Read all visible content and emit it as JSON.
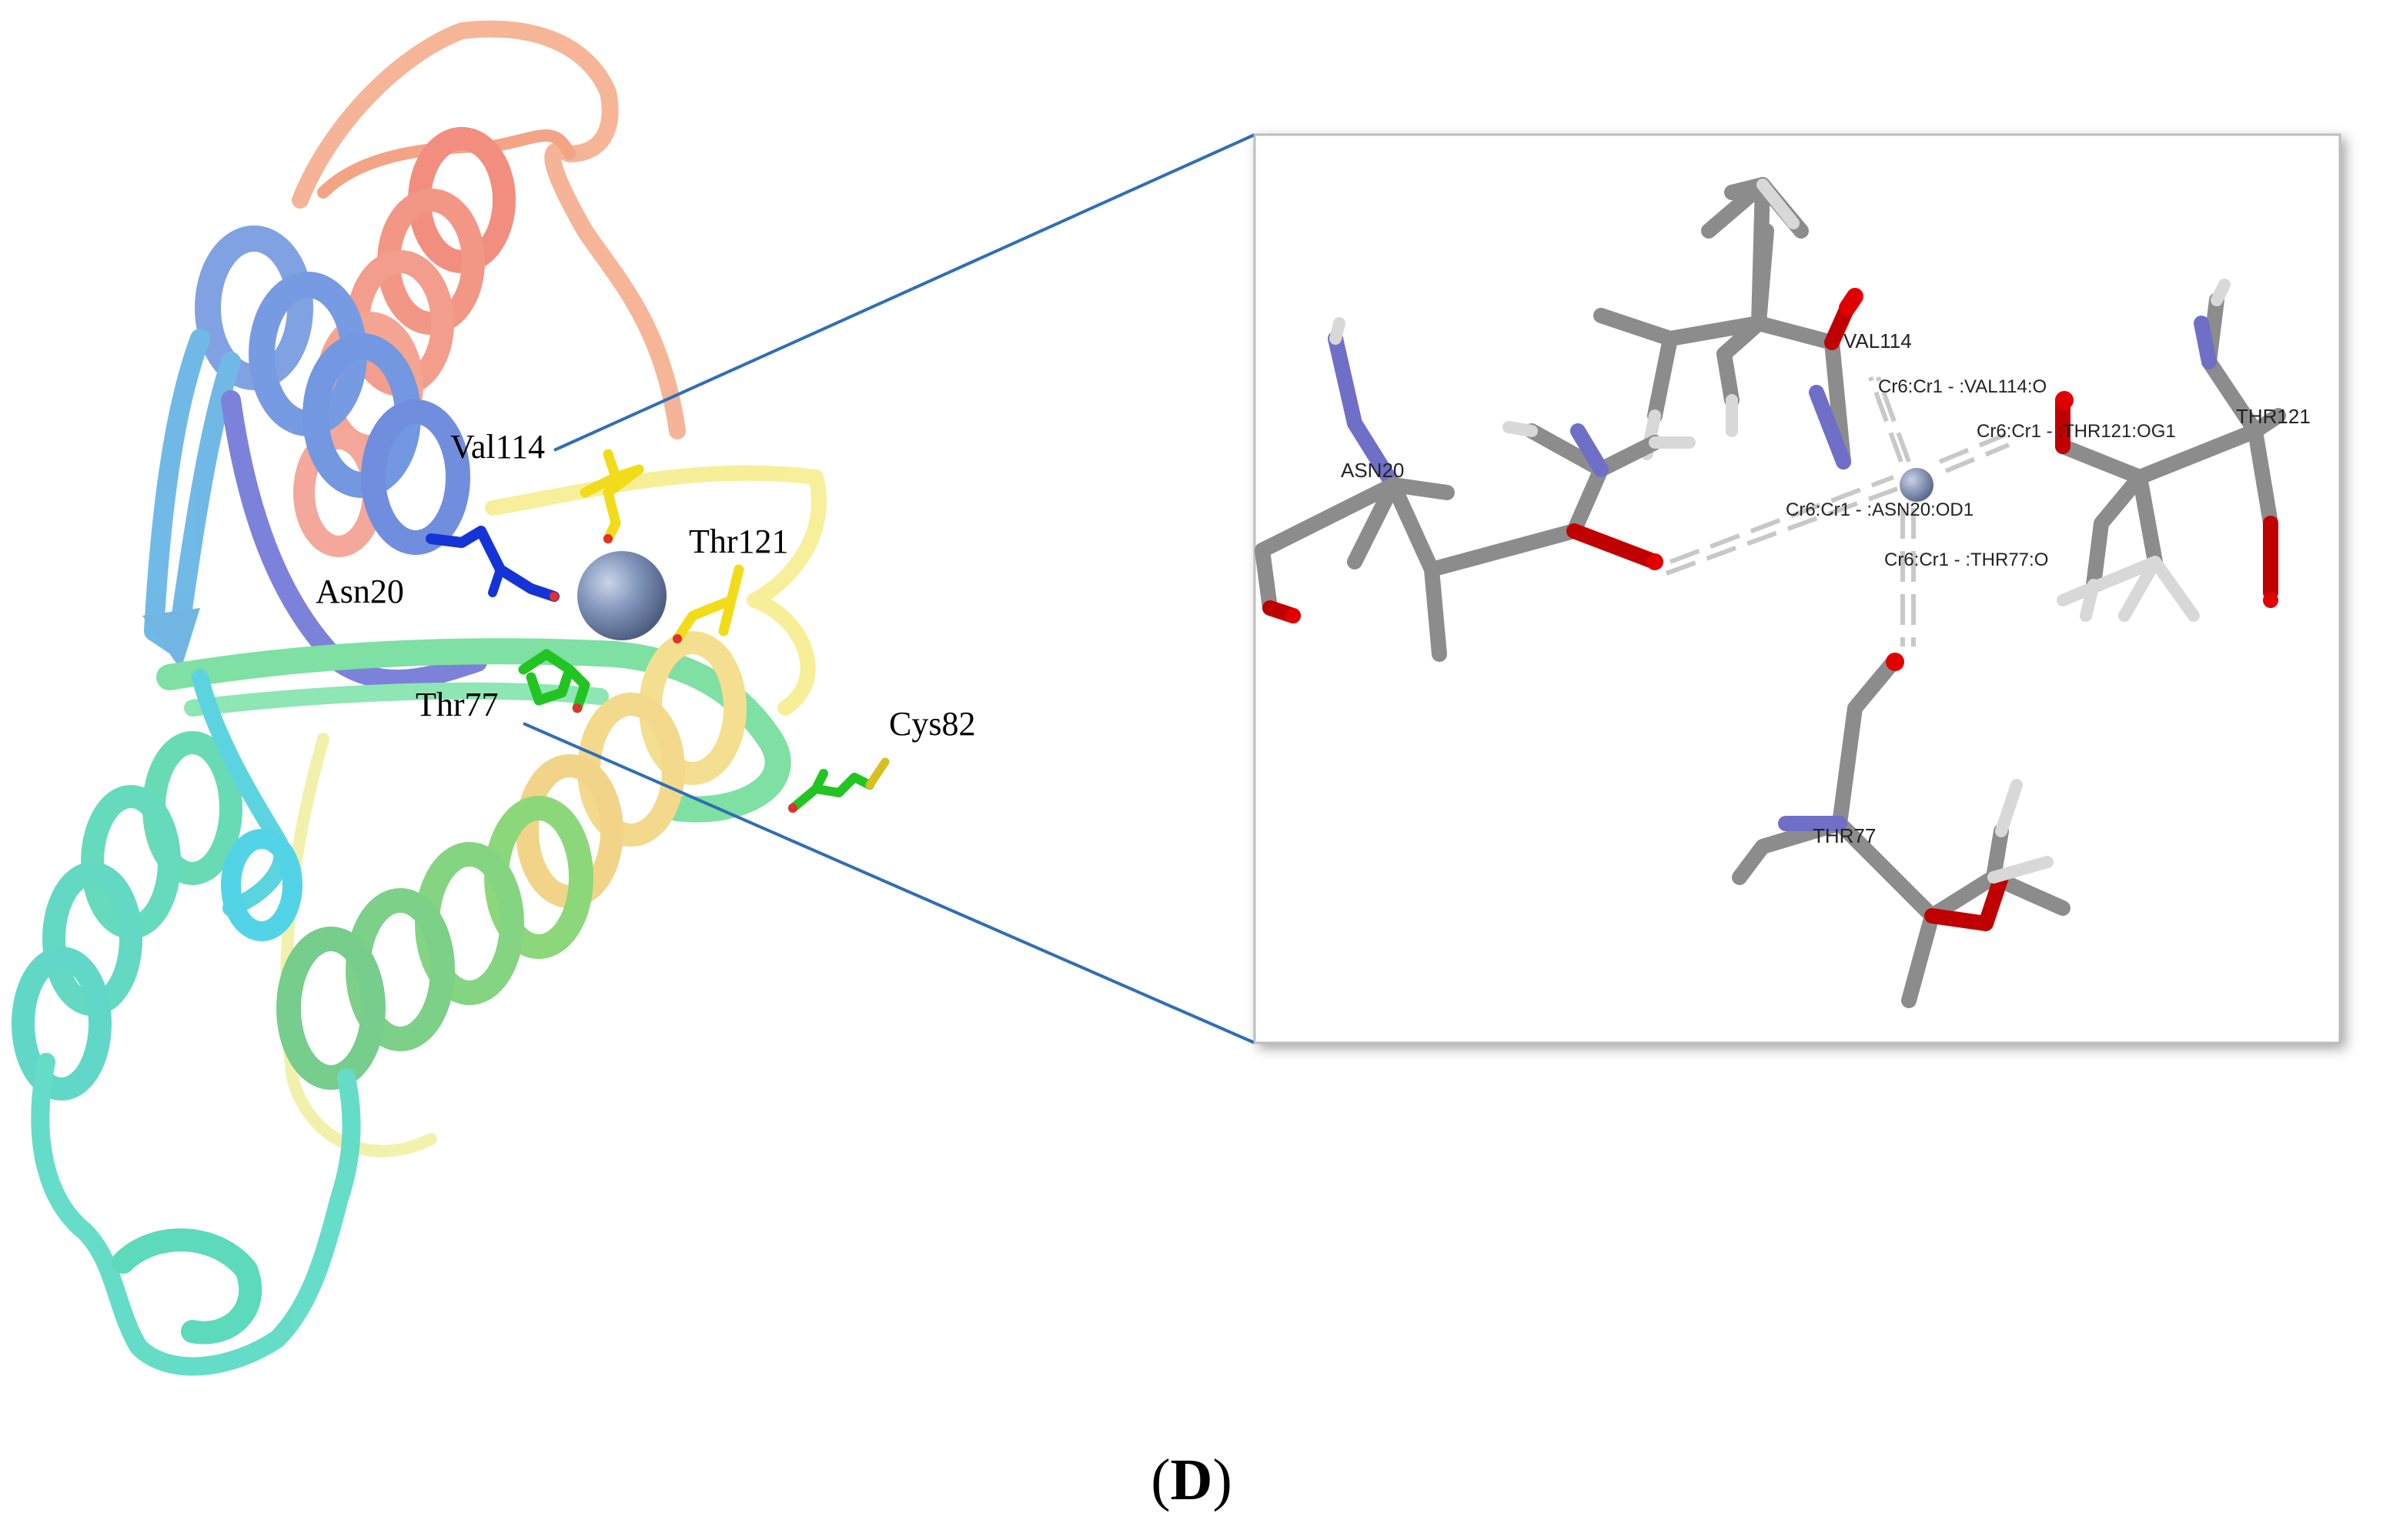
{
  "panel_label": {
    "open": "(",
    "letter": "D",
    "close": ")"
  },
  "overview_labels": {
    "val114": "Val114",
    "asn20": "Asn20",
    "thr121": "Thr121",
    "thr77": "Thr77",
    "cys82": "Cys82"
  },
  "inset_labels": {
    "asn20": "ASN20",
    "val114": "VAL114",
    "thr121": "THR121",
    "thr77": "THR77",
    "cr_val114": "Cr6:Cr1 - :VAL114:O",
    "cr_thr121": "Cr6:Cr1 - :THR121:OG1",
    "cr_asn20": "Cr6:Cr1 - :ASN20:OD1",
    "cr_thr77": "Cr6:Cr1 - :THR77:O"
  },
  "colors": {
    "carbon": "#8c8c8c",
    "nitrogen": "#6f6fc8",
    "oxygen": "#e00000",
    "hydrogen": "#d6d6d6",
    "metal": "#6f82a8",
    "callout_line": "#2f6eb7",
    "asn20_stick": "#1534d6",
    "val_thr_stick": "#f2dc1a",
    "thr77_stick": "#22c422"
  }
}
